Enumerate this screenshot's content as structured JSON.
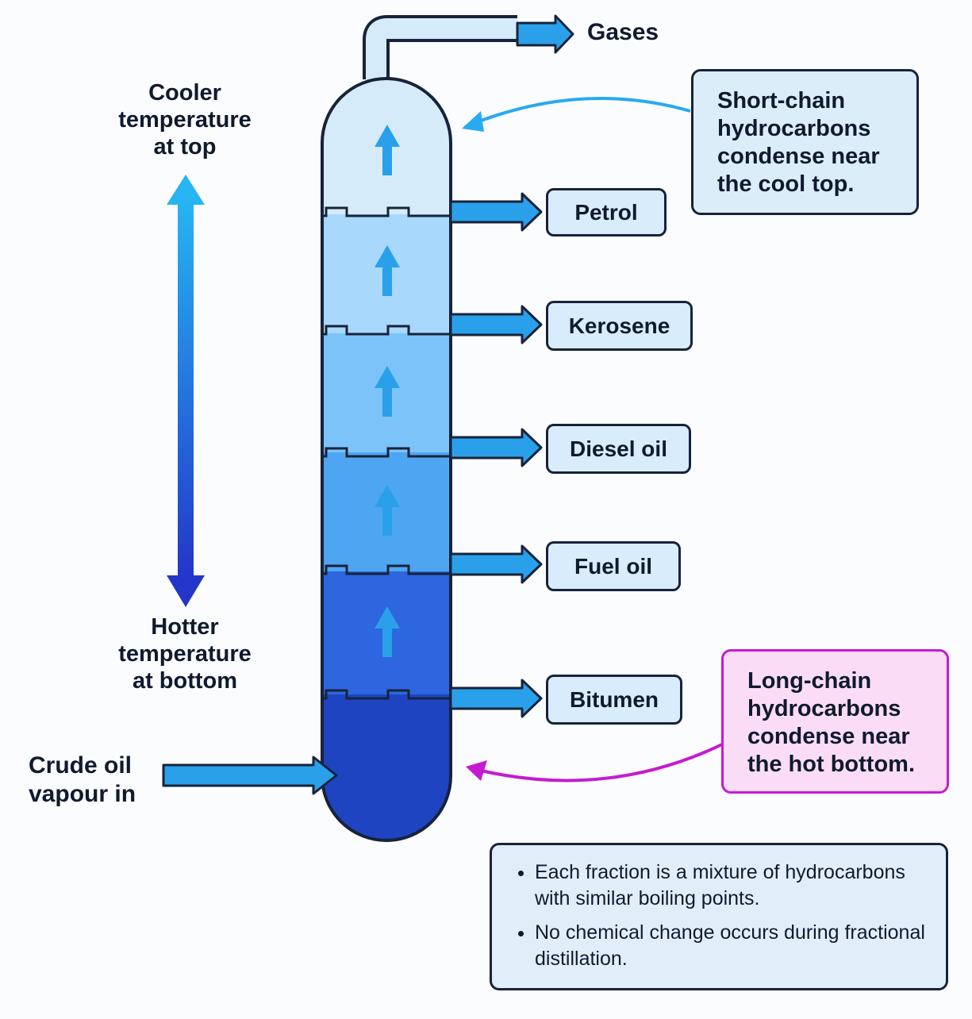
{
  "labels": {
    "gases": "Gases",
    "cooler_top": [
      "Cooler",
      "temperature",
      "at top"
    ],
    "hotter_bottom": [
      "Hotter",
      "temperature",
      "at bottom"
    ],
    "crude_in": [
      "Crude oil",
      "vapour in"
    ]
  },
  "fractions": [
    "Petrol",
    "Kerosene",
    "Diesel oil",
    "Fuel oil",
    "Bitumen"
  ],
  "callouts": {
    "short_chain": [
      "Short-chain",
      "hydrocarbons",
      "condense near",
      "the cool top."
    ],
    "long_chain": [
      "Long-chain",
      "hydrocarbons",
      "condense near",
      "the hot bottom."
    ]
  },
  "notes": [
    "Each fraction is a mixture of hydrocarbons with similar boiling points.",
    "No chemical change occurs during fractional distillation."
  ],
  "colors": {
    "section_fills": [
      "#d6ebfa",
      "#a8d8fb",
      "#7cc3fa",
      "#4ea6f3",
      "#2d66de",
      "#1f44c2"
    ],
    "flow_arrow": "#2aa0ea",
    "outline": "#17233a",
    "callout_pink": "#c41bd0",
    "callout_blue": "#29a9f0",
    "temp_gradient_top": "#26b4f2",
    "temp_gradient_bottom": "#2336c9"
  }
}
